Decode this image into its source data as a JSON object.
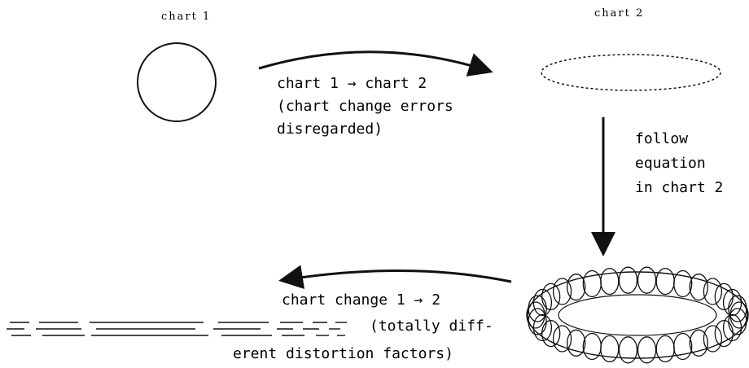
{
  "diagram": {
    "chart1_label": "chart 1",
    "chart2_label": "chart 2",
    "top_arrow_line1": "chart 1 → chart 2",
    "top_arrow_line2": "(chart change errors",
    "top_arrow_line3": "disregarded)",
    "down_arrow_line1": "follow",
    "down_arrow_line2": "equation",
    "down_arrow_line3": "in chart 2",
    "bottom_arrow_line1": "chart change 1 → 2",
    "bottom_arrow_line2": "(totally diff-",
    "bottom_arrow_line3": "erent distortion factors)"
  },
  "colors": {
    "ink": "#111111",
    "background": "#ffffff"
  }
}
